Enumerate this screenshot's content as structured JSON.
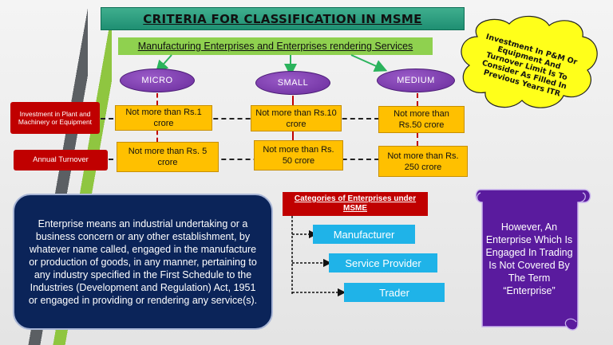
{
  "title": "CRITERIA FOR CLASSIFICATION IN MSME",
  "subtitle": "Manufacturing Enterprises and Enterprises rendering Services",
  "categories": {
    "micro": "MICRO",
    "small": "SMALL",
    "medium": "MEDIUM"
  },
  "criteria": {
    "investment_label": "Investment in Plant and Machinery or Equipment",
    "turnover_label": "Annual Turnover"
  },
  "limits": {
    "micro_investment": "Not more than Rs.1 crore",
    "small_investment": "Not more than Rs.10 crore",
    "medium_investment": "Not more than Rs.50 crore",
    "micro_turnover": "Not more than Rs. 5 crore",
    "small_turnover": "Not more than Rs. 50 crore",
    "medium_turnover": "Not more than Rs. 250 crore"
  },
  "bubble_note": "Investment In P&M Or Equipment And Turnover Limit Is To Consider As Filled In Previous Years ITR",
  "definition": "Enterprise means an industrial undertaking or a business concern or any other establishment, by whatever name called, engaged in the manufacture or production of goods, in any manner, pertaining to any industry specified in the First Schedule to the Industries (Development and Regulation) Act, 1951 or engaged in providing or rendering any service(s).",
  "enterprise_categories": {
    "heading": "Categories of Enterprises under MSME",
    "items": [
      "Manufacturer",
      "Service Provider",
      "Trader"
    ]
  },
  "side_note": "However, An Enterprise Which Is Engaged In Trading Is Not Covered By The Term “Enterprise”",
  "colors": {
    "title_bg": "#1f8f72",
    "subtitle_bg": "#8fd14f",
    "ellipse": "#6a2c9c",
    "limit_box": "#ffc000",
    "criteria_box": "#c00000",
    "definition_bg": "#0b2459",
    "category_box": "#1fb3e8",
    "side_note_bg": "#5a1b9e",
    "bubble": "#ffff1a"
  }
}
